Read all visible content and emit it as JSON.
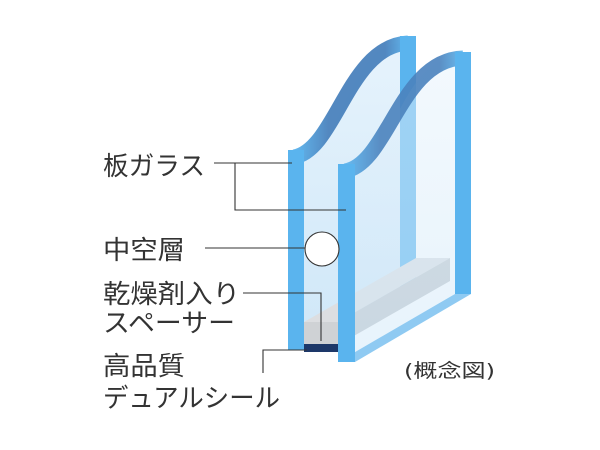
{
  "diagram": {
    "labels": {
      "plate_glass": "板ガラス",
      "hollow_layer": "中空層",
      "spacer": [
        "乾燥剤入り",
        "スペーサー"
      ],
      "seal": [
        "高品質",
        "デュアルシール"
      ]
    },
    "caption": "(概念図)"
  },
  "colors": {
    "glass_edge": "#5ab4ee",
    "glass_edge_light": "#8fcaf2",
    "glass_top": "#4a82bd",
    "glass_face": "#cfe7f8",
    "glass_face_light": "#e6f3fc",
    "spacer_top": "#dcdee1",
    "spacer_side": "#c3c7cb",
    "spacer_front": "#cfd2d5",
    "seal": "#1d3869",
    "leader": "#333333",
    "text": "#333333"
  }
}
